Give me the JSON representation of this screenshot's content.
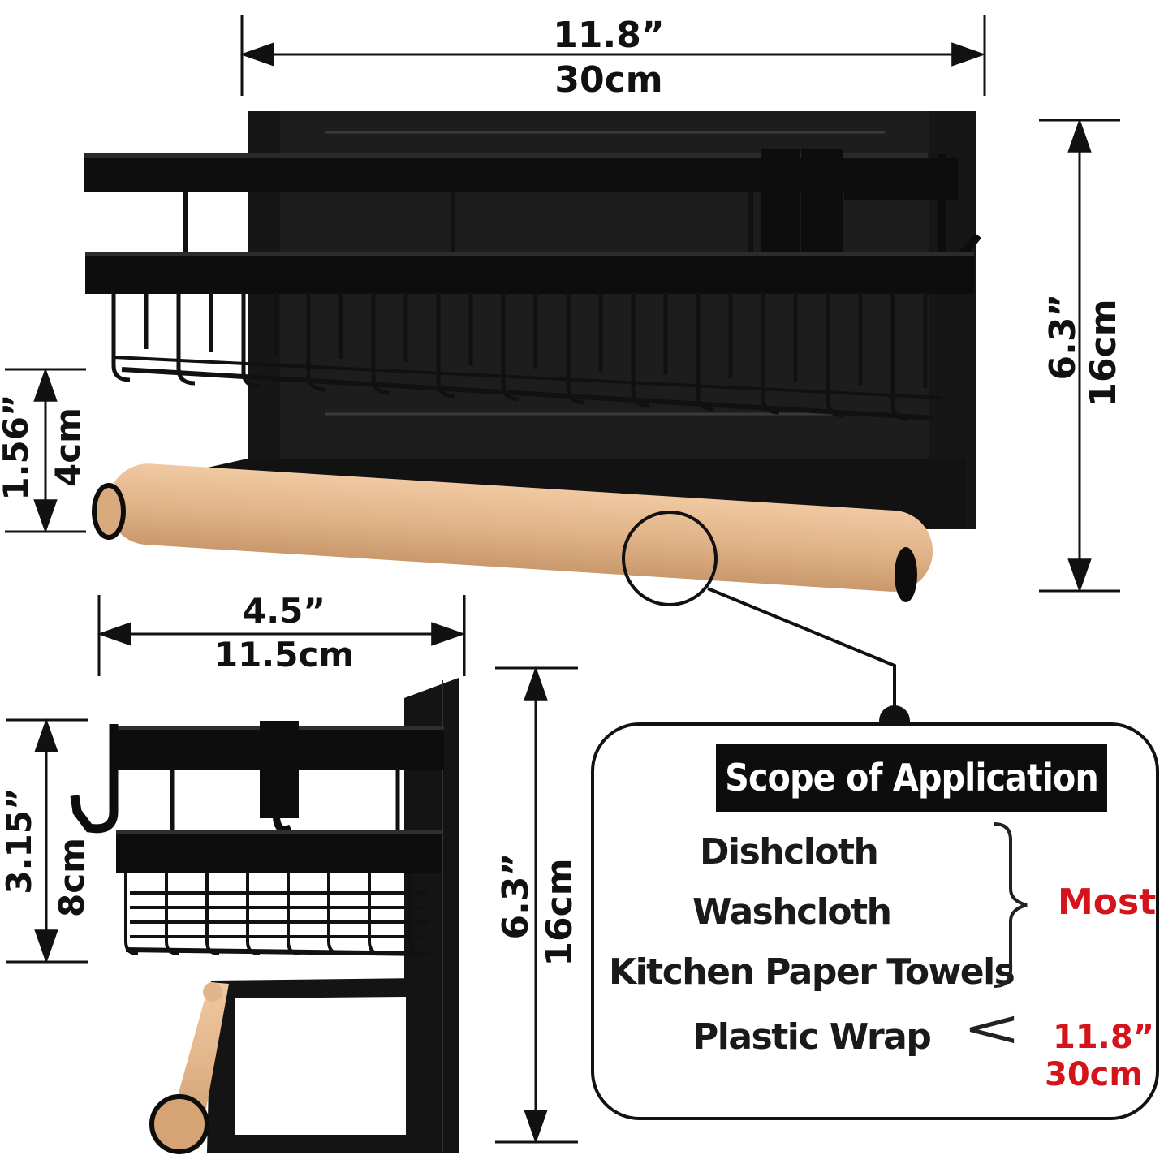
{
  "dimensions": {
    "top_width_in": "11.8”",
    "top_width_cm": "30cm",
    "right_height_in": "6.3”",
    "right_height_cm": "16cm",
    "left_gap_in": "1.56”",
    "left_gap_cm": "4cm",
    "depth_in": "4.5”",
    "depth_cm": "11.5cm",
    "side_basket_in": "3.15”",
    "side_basket_cm": "8cm",
    "side_height_in": "6.3”",
    "side_height_cm": "16cm"
  },
  "scope": {
    "title": "Scope of Application",
    "items": [
      "Dishcloth",
      "Washcloth",
      "Kitchen Paper Towels"
    ],
    "most_label": "Most",
    "plastic_wrap": "Plastic Wrap",
    "less_than_symbol": "<",
    "wrap_limit_in": "11.8”",
    "wrap_limit_cm": "30cm"
  },
  "colors": {
    "rack": "#141414",
    "wood": "#e2b489",
    "accent_red": "#d4141a"
  }
}
